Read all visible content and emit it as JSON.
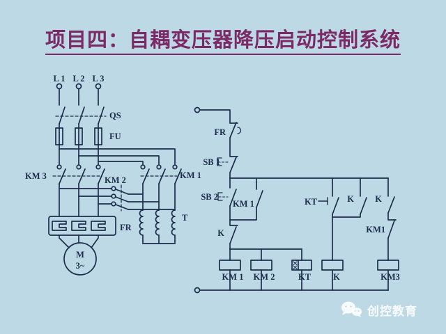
{
  "title": {
    "text": "项目四：自耦变压器降压启动控制系统"
  },
  "colors": {
    "background": "#bdd9e6",
    "line": "#1c2c4a",
    "title": "#7b2a66",
    "watermark": "#ffffff"
  },
  "power_circuit": {
    "phase_labels": [
      "L 1",
      "L 2",
      "L 3"
    ],
    "isolator_label": "QS",
    "fuse_label": "FU",
    "run_contactor_label": "KM 3",
    "tap_contactor_label": "KM 2",
    "start_contactor_label": "KM 1",
    "autotransformer_label": "T",
    "overload_relay_label": "FR",
    "motor_label": "M",
    "motor_phase_label": "3~"
  },
  "control_circuit": {
    "overload_contact_label": "FR",
    "stop_button_label": "SB 1",
    "start_button_label": "SB 2",
    "sealin_contact_label": "KM 1",
    "relay_nc_contact_label": "K",
    "timer_contact_label": "KT",
    "relay_no_contact1_label": "K",
    "relay_no_contact2_label": "K",
    "km1_interlock_label": "KM1",
    "coils": [
      {
        "label": "KM 1"
      },
      {
        "label": "KM 2"
      },
      {
        "label": "KT"
      },
      {
        "label": "K"
      },
      {
        "label": "KM3"
      }
    ]
  },
  "watermark": {
    "text": "创控教育"
  }
}
